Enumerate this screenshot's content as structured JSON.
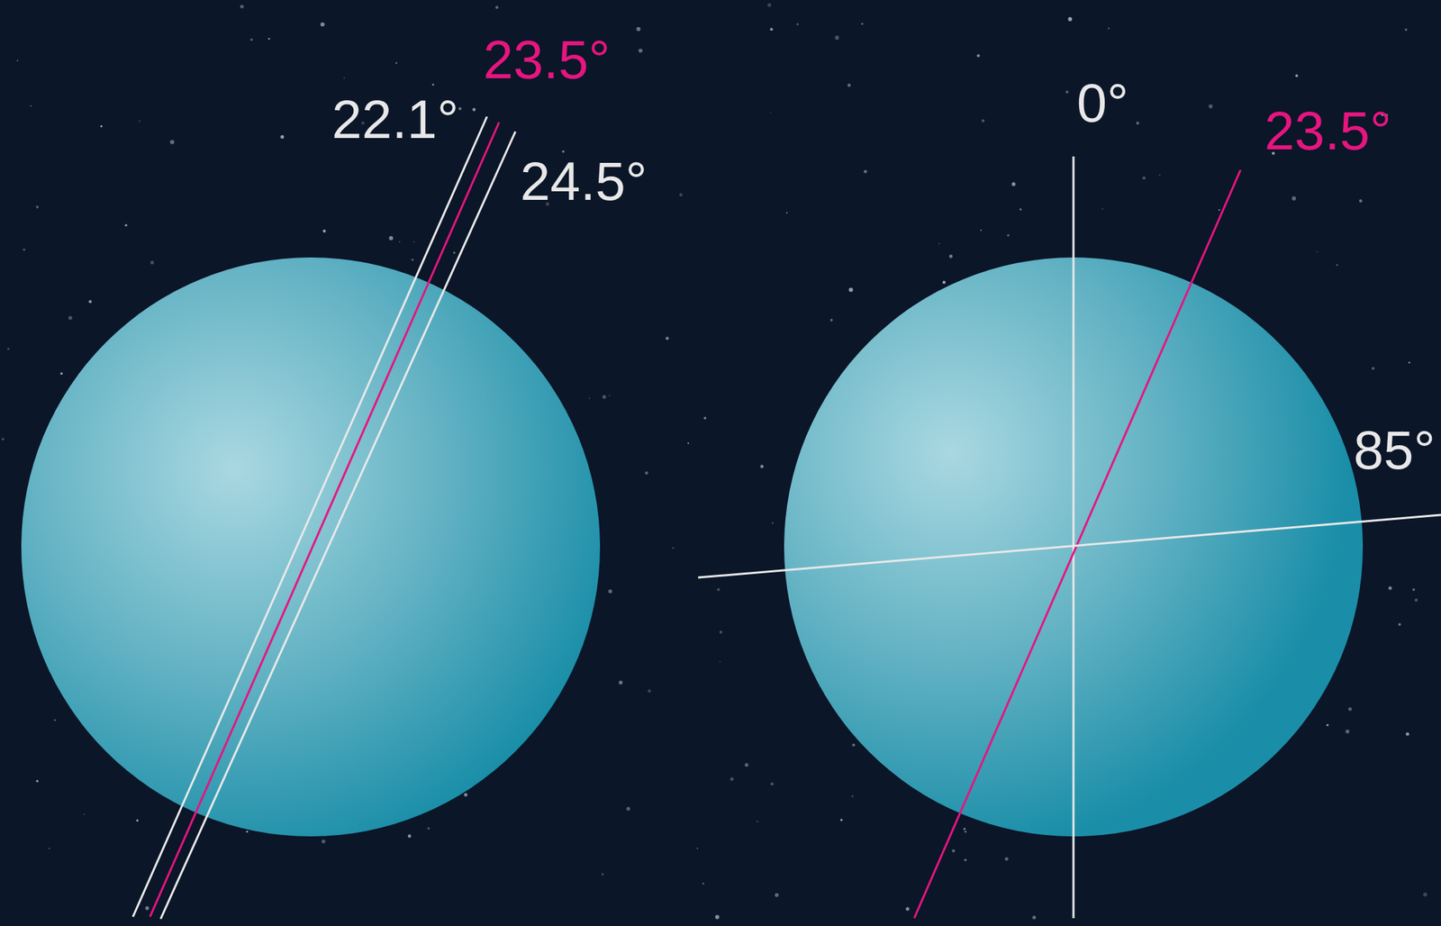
{
  "diagram": {
    "labels": [
      "23.5°",
      "22.1°",
      "24.5°",
      "0°",
      "23.5°",
      "85°"
    ]
  }
}
